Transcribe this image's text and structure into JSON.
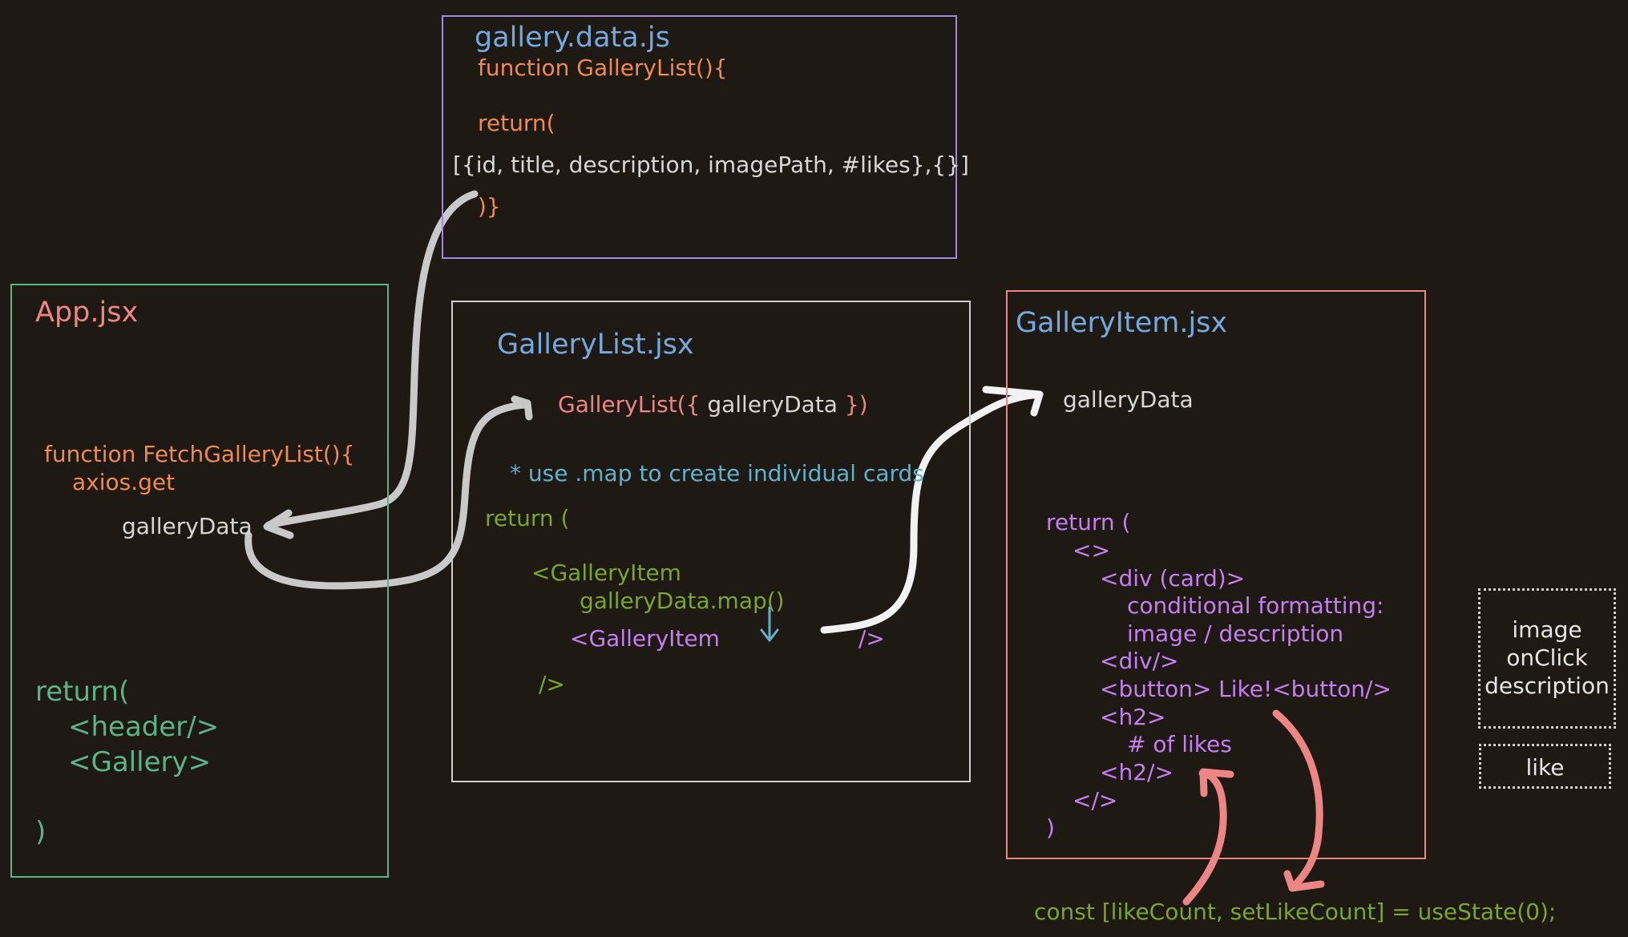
{
  "gallery_data_js": {
    "title": "gallery.data.js",
    "line1": "function GalleryList(){",
    "line2": "return(",
    "line3": "[{id, title, description, imagePath, #likes},{}]",
    "line4": ")}"
  },
  "app_jsx": {
    "title": "App.jsx",
    "line1": "function FetchGalleryList(){",
    "line2": "axios.get",
    "line3": "galleryData",
    "return_open": "return(",
    "header": "<header/>",
    "gallery": "<Gallery>",
    "return_close": ")"
  },
  "gallery_list_jsx": {
    "title": "GalleryList.jsx",
    "signature_open": "GalleryList({",
    "signature_param": "galleryData",
    "signature_close": "})",
    "comment": "* use .map to create individual cards",
    "return_open": "return (",
    "item_open": "<GalleryItem",
    "map_call": "galleryData.map()",
    "item_inner": "<GalleryItem",
    "inner_close": "/>",
    "outer_close": "/>"
  },
  "gallery_item_jsx": {
    "title": "GalleryItem.jsx",
    "prop": "galleryData",
    "return_open": "return (",
    "fragment_open": "<>",
    "div_open": "<div (card)>",
    "cond1": "conditional formatting:",
    "cond2": "image / description",
    "div_close": "<div/>",
    "button": "<button> Like!<button/>",
    "h2_open": "<h2>",
    "likes": "# of likes",
    "h2_close": "<h2/>",
    "fragment_close": "</>",
    "return_close": ")"
  },
  "state_hook": "const [likeCount, setLikeCount] = useState(0);",
  "side_notes": {
    "box1_line1": "image",
    "box1_line2": "onClick",
    "box1_line3": "description",
    "box2": "like"
  },
  "colors": {
    "background": "#1f1914",
    "orange": "#ee8a52",
    "blue": "#74a9dd",
    "salmon": "#ee8585",
    "green": "#79a62e",
    "purple": "#c57ef0",
    "arrow_grey": "#c9c9c9",
    "arrow_white": "#f2f2f2",
    "arrow_salmon": "#ee8585"
  }
}
